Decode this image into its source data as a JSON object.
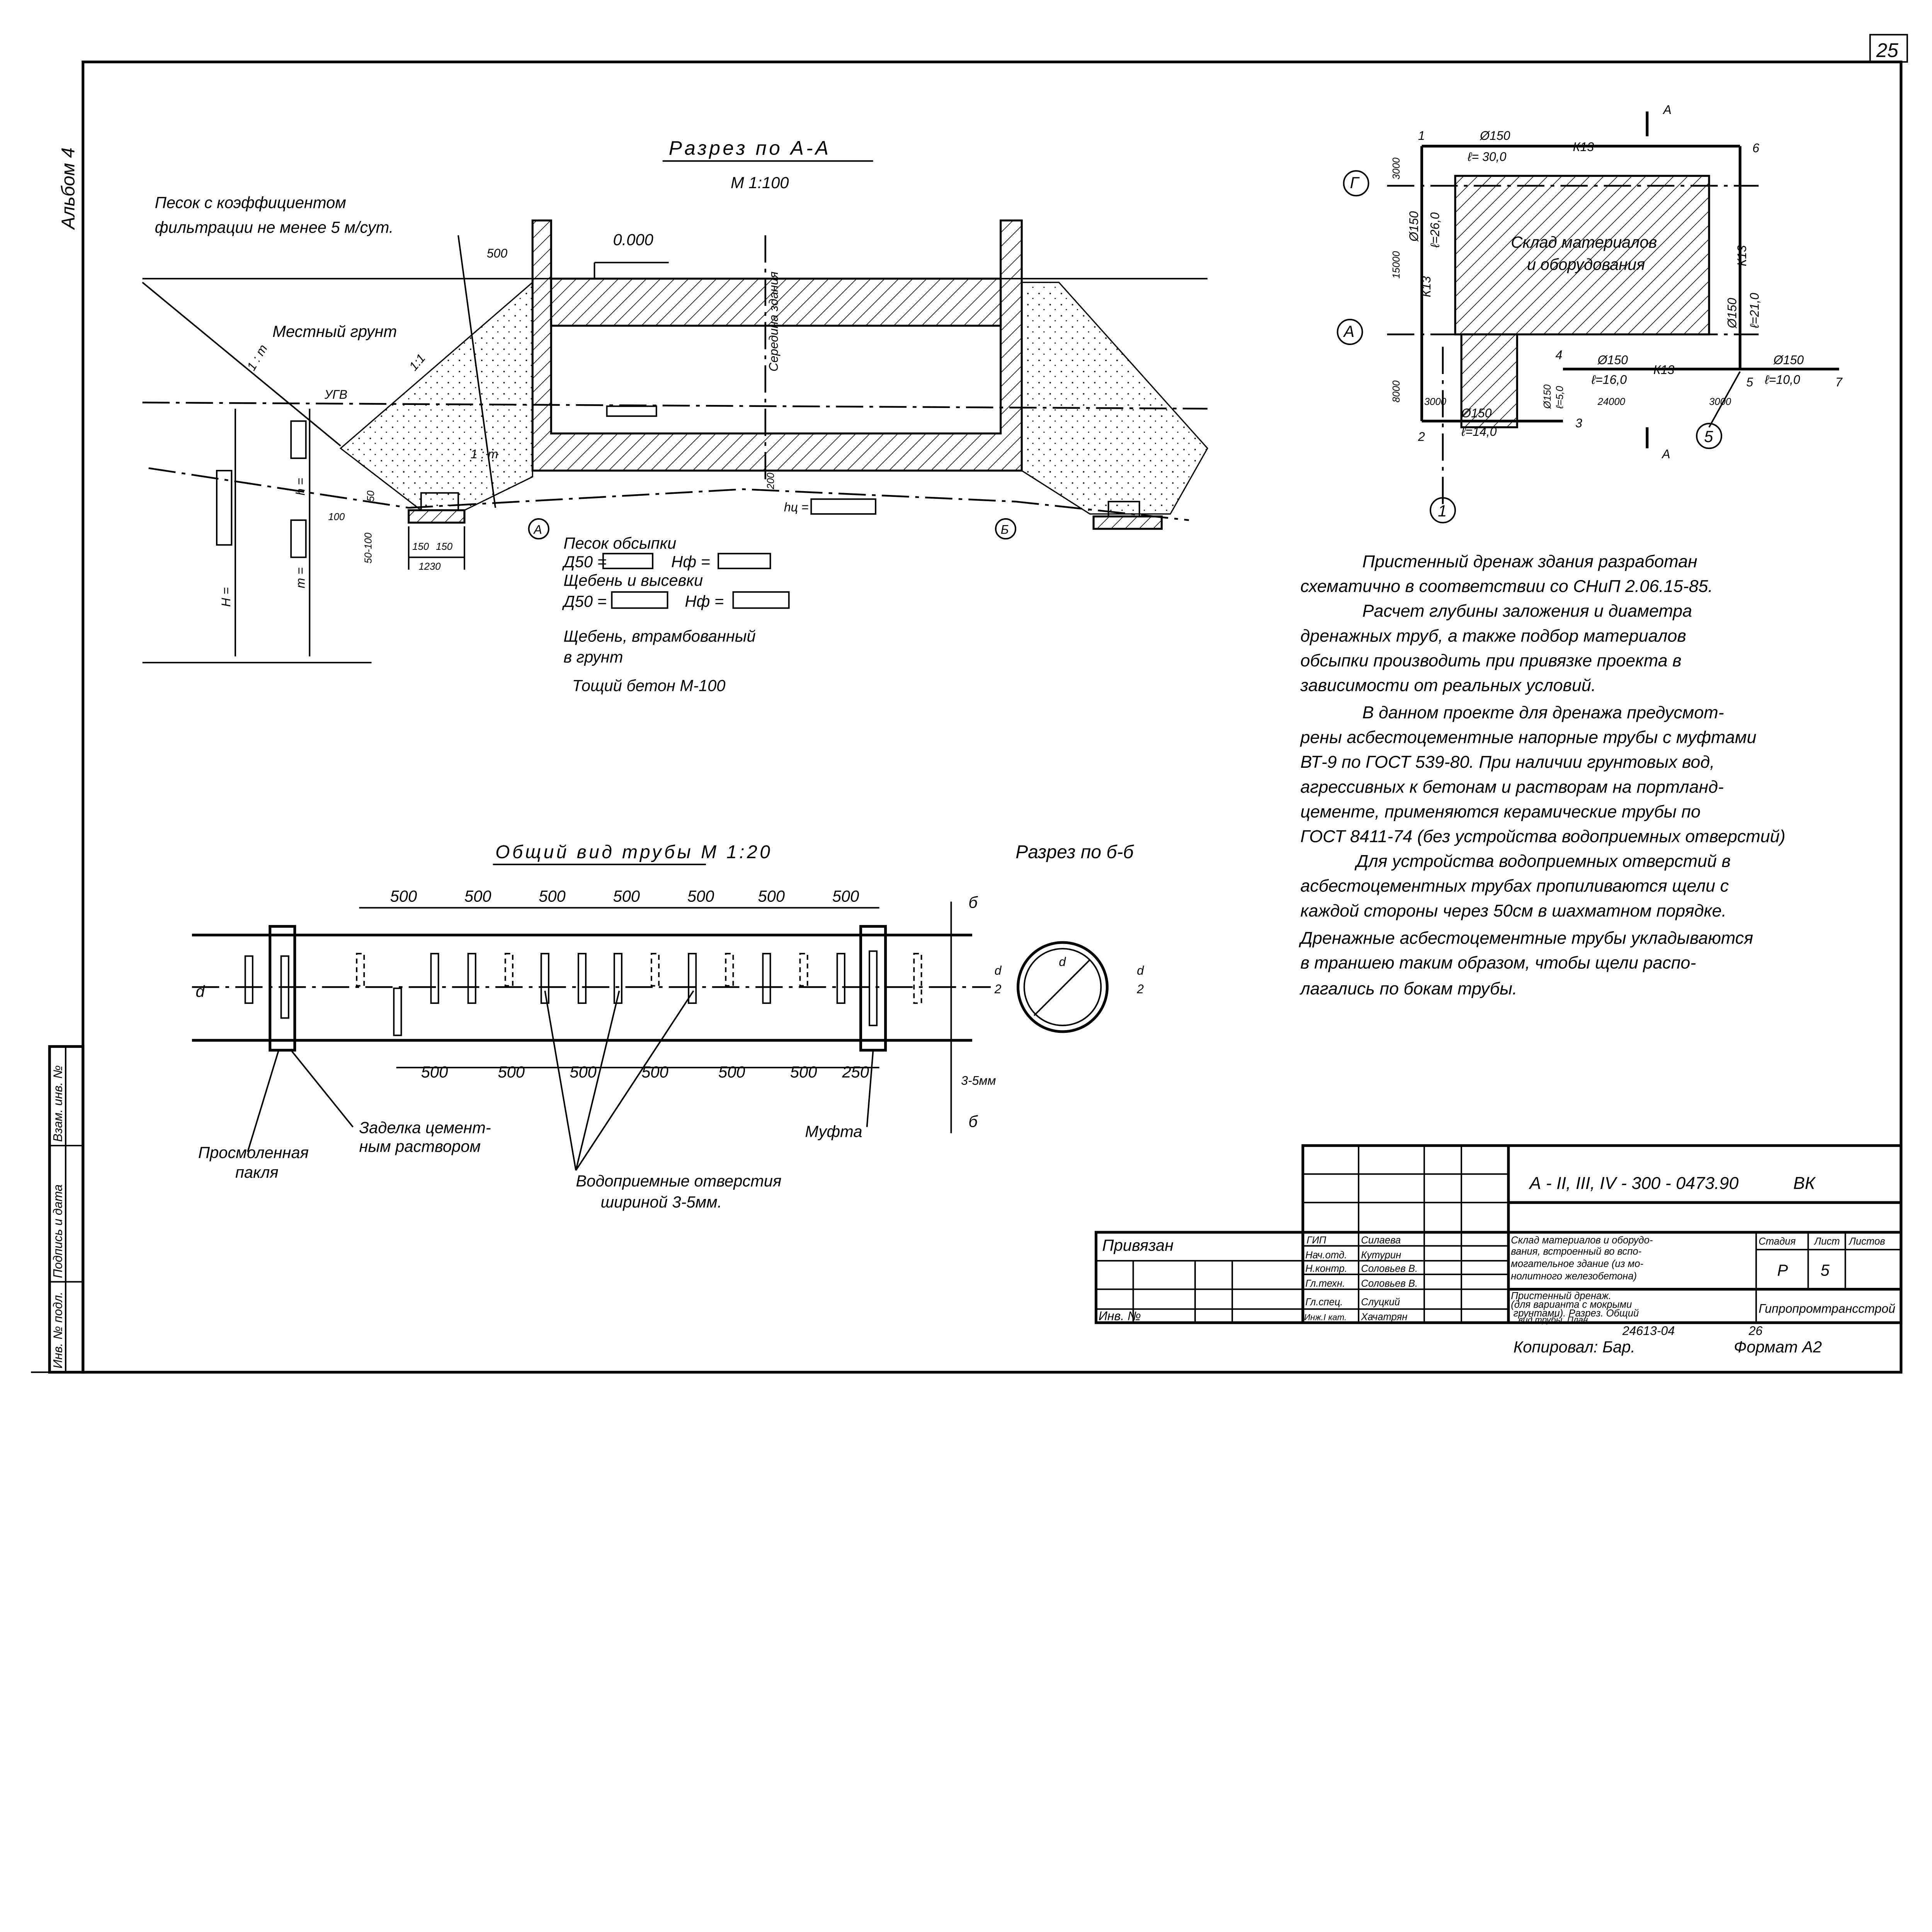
{
  "sheet_number": "25",
  "album_label": "Альбом 4",
  "side_stamp": [
    "Инв. № подл.",
    "Подпись и дата",
    "Взам. инв. №"
  ],
  "section_aa": {
    "title": "Разрез по А-А",
    "scale": "М 1:100",
    "labels": {
      "sand_note_1": "Песок с коэффициентом",
      "sand_note_2": "фильтрации не менее 5 м/сут.",
      "local_soil": "Местный грунт",
      "elev": "0.000",
      "dim_500": "500",
      "building_mid": "Середина здания",
      "slope_1m": "1 : m",
      "slope_11": "1:1",
      "slope_1m_b": "1 : m",
      "ugv": "УГВ",
      "h": "h =",
      "H": "H =",
      "m": "m =",
      "hc": "hц =",
      "dim_200": "200",
      "dim_50": "50",
      "dim_100": "100",
      "dim_50_100": "50-100",
      "dim_150a": "150",
      "dim_150b": "150",
      "dim_1230": "1230",
      "marker_a": "А",
      "marker_b": "Б"
    },
    "legend": {
      "sand_fill": "Песок обсыпки",
      "d50_1": "Д50 =",
      "hf_1": "Нф =",
      "gravel": "Щебень и высевки",
      "d50_2": "Д50 =",
      "hf_2": "Нф =",
      "gravel_rammed_1": "Щебень, втрамбованный",
      "gravel_rammed_2": "в грунт",
      "lean_concrete": "Тощий бетон М-100"
    }
  },
  "plan": {
    "warehouse_1": "Склад материалов",
    "warehouse_2": "и оборудования",
    "axes": {
      "g": "Г",
      "a": "А",
      "one": "1",
      "five": "5"
    },
    "cut": "А",
    "cut2": "А",
    "nodes": [
      "1",
      "2",
      "3",
      "4",
      "5",
      "6",
      "7"
    ],
    "dims": {
      "d3000": "3000",
      "d15000": "15000",
      "d8000": "8000",
      "d3000b": "3000",
      "d24000": "24000",
      "d3000c": "3000"
    },
    "pipes": [
      {
        "d": "Ø150",
        "l": "ℓ= 30,0"
      },
      {
        "d": "Ø150",
        "l": "ℓ=26,0"
      },
      {
        "d": "Ø150",
        "l": "ℓ=21,0"
      },
      {
        "d": "Ø150",
        "l": "ℓ=16,0"
      },
      {
        "d": "Ø150",
        "l": "ℓ=10,0"
      },
      {
        "d": "Ø150",
        "l": "ℓ=14,0"
      },
      {
        "d": "Ø150",
        "l": "ℓ=5,0"
      }
    ],
    "k13": [
      "К13",
      "К13",
      "К13",
      "К13"
    ]
  },
  "notes": [
    "Пристенный дренаж здания разработан",
    "схематично в соответствии со СНиП 2.06.15-85.",
    "Расчет глубины заложения и диаметра",
    "дренажных труб, а также подбор материалов",
    "обсыпки производить при привязке проекта в",
    "зависимости от реальных условий.",
    "В данном проекте для дренажа предусмот-",
    "рены асбестоцементные напорные трубы с муфтами",
    "ВТ-9 по ГОСТ 539-80. При наличии грунтовых вод,",
    "агрессивных к бетонам и растворам на портланд-",
    "цементе, применяются керамические трубы по",
    "ГОСТ 8411-74 (без устройства водоприемных отверстий)",
    "Для устройства водоприемных отверстий в",
    "асбестоцементных трубах пропиливаются щели с",
    "каждой стороны через 50см в шахматном порядке.",
    "Дренажные асбестоцементные трубы укладываются",
    "в траншею таким образом, чтобы щели распо-",
    "лагались по бокам трубы."
  ],
  "pipe_view": {
    "title": "Общий вид трубы  М 1:20",
    "top_dims": [
      "500",
      "500",
      "500",
      "500",
      "500",
      "500",
      "500"
    ],
    "bottom_dims": [
      "500",
      "500",
      "500",
      "500",
      "500",
      "500",
      "250"
    ],
    "d": "d",
    "slot": "3-5мм",
    "cut_b": "б",
    "cut_b2": "б",
    "tarred_1": "Просмоленная",
    "tarred_2": "пакля",
    "seal_1": "Заделка цемент-",
    "seal_2": "ным раствором",
    "holes_1": "Водоприемные отверстия",
    "holes_2": "шириной 3-5мм.",
    "coupling": "Муфта"
  },
  "section_bb": {
    "title": "Разрез по б-б",
    "d": "d",
    "d2_num": "d",
    "d2_den": "2",
    "d3_num": "d",
    "d3_den": "2"
  },
  "title_block": {
    "code": "А - II, III, IV - 300 - 0473.90",
    "mark": "ВК",
    "attached": "Привязан",
    "inv": "Инв. №",
    "staff": [
      {
        "role": "ГИП",
        "name": "Силаева"
      },
      {
        "role": "Нач.отд.",
        "name": "Кутурин"
      },
      {
        "role": "Н.контр.",
        "name": "Соловьев В."
      },
      {
        "role": "Гл.техн.",
        "name": "Соловьев В."
      },
      {
        "role": "Гл.спец.",
        "name": "Слуцкий"
      },
      {
        "role": "Инж.I кат.",
        "name": "Хачатрян"
      }
    ],
    "object_desc": [
      "Склад материалов и оборудо-",
      "вания, встроенный во вспо-",
      "могательное здание (из мо-",
      "нолитного железобетона)"
    ],
    "sheet_desc": [
      "Пристенный дренаж.",
      "(для варианта с мокрыми",
      "грунтами). Разрез. Общий",
      "вид трубы. План."
    ],
    "stage_h": "Стадия",
    "sheet_h": "Лист",
    "sheets_h": "Листов",
    "stage": "Р",
    "sheet": "5",
    "org": "Гипропромтрансстрой",
    "archive": "24613-04",
    "archive_page": "26",
    "copied": "Копировал: Бар.",
    "format": "Формат А2"
  }
}
